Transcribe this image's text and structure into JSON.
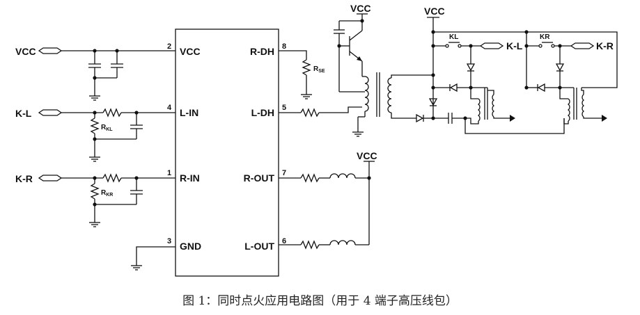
{
  "labels": {
    "vcc": "VCC",
    "kl": "K-L",
    "kr": "K-R",
    "kl_small": "KL",
    "kr_small": "KR",
    "r_kl_main": "R",
    "r_kl_sub": "KL",
    "r_kr_main": "R",
    "r_kr_sub": "KR",
    "r_se_main": "R",
    "r_se_sub": "SE"
  },
  "ic": {
    "left_pins": [
      {
        "num": "2",
        "name": "VCC"
      },
      {
        "num": "4",
        "name": "L-IN"
      },
      {
        "num": "1",
        "name": "R-IN"
      },
      {
        "num": "3",
        "name": "GND"
      }
    ],
    "right_pins": [
      {
        "num": "8",
        "name": "R-DH"
      },
      {
        "num": "5",
        "name": "L-DH"
      },
      {
        "num": "7",
        "name": "R-OUT"
      },
      {
        "num": "6",
        "name": "L-OUT"
      }
    ]
  },
  "caption": "图 1：同时点火应用电路图（用于 4 端子高压线包）"
}
